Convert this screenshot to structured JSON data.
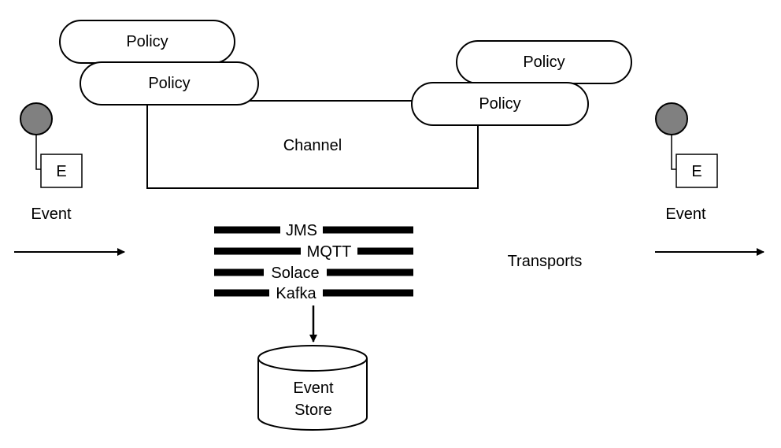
{
  "diagram": {
    "left_event": {
      "icon": "event-icon",
      "badge": "E",
      "label": "Event"
    },
    "right_event": {
      "icon": "event-icon",
      "badge": "E",
      "label": "Event"
    },
    "channel": {
      "label": "Channel"
    },
    "policies": {
      "left_top": "Policy",
      "left_bottom": "Policy",
      "right_top": "Policy",
      "right_bottom": "Policy"
    },
    "transports": {
      "title": "Transports",
      "items": [
        "JMS",
        "MQTT",
        "Solace",
        "Kafka"
      ]
    },
    "event_store": {
      "line1": "Event",
      "line2": "Store"
    },
    "colors": {
      "stroke": "#000000",
      "node_fill": "#808080",
      "background": "#ffffff"
    }
  }
}
